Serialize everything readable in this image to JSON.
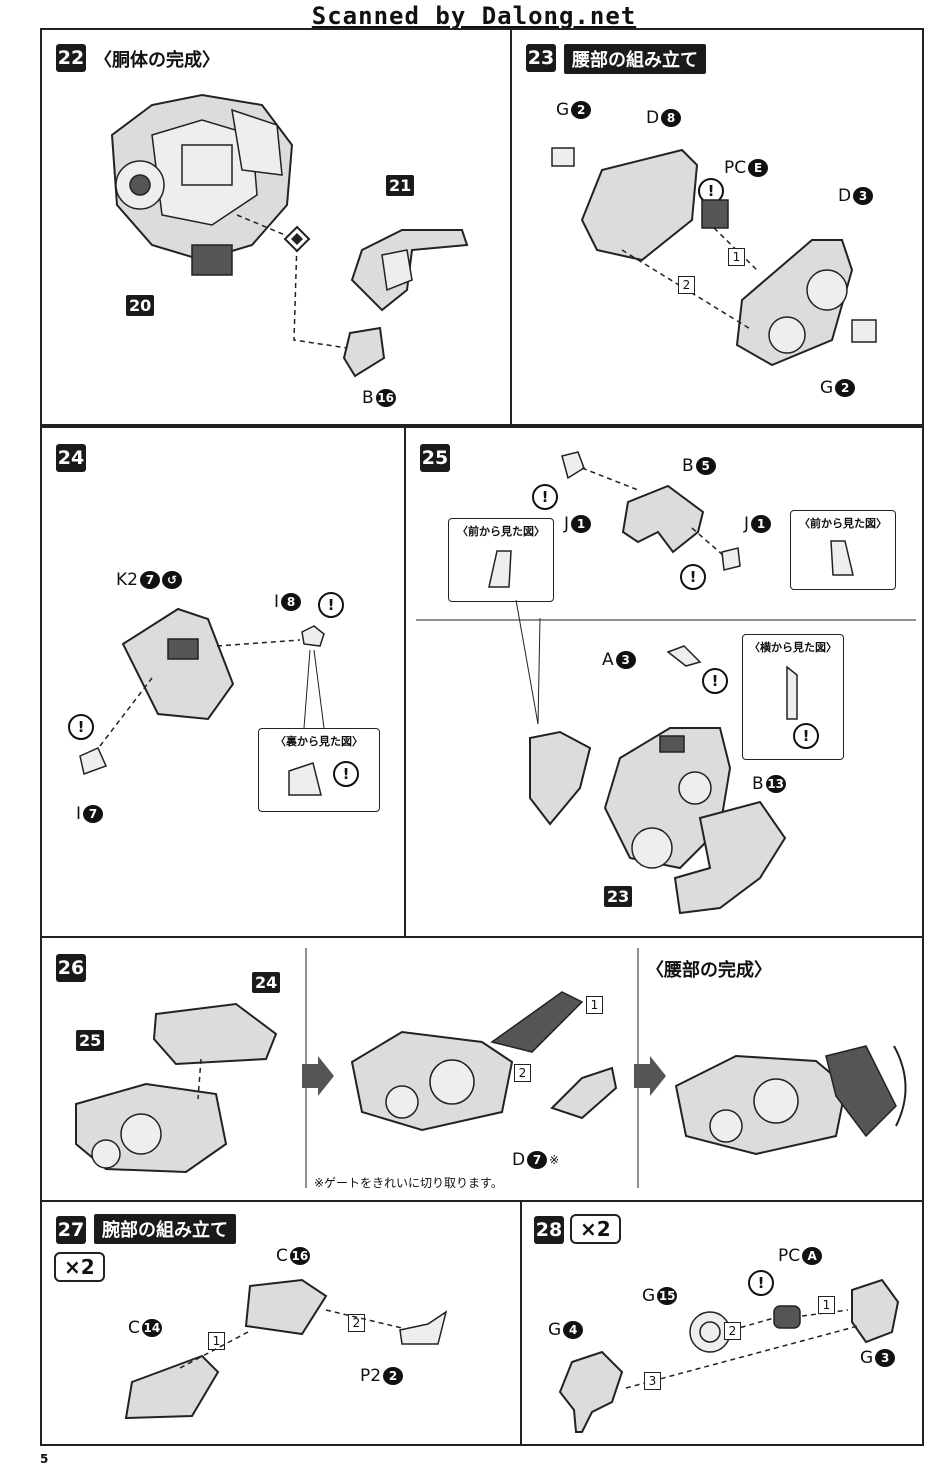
{
  "watermark": "Scanned by Dalong.net",
  "page_number": "5",
  "step22": {
    "num": "22",
    "title": "〈胴体の完成〉",
    "ref_a": "21",
    "ref_b": "20",
    "part_b": {
      "letter": "B",
      "num": "16"
    }
  },
  "step23": {
    "num": "23",
    "title": "腰部の組み立て",
    "parts": {
      "g_top": {
        "letter": "G",
        "num": "2"
      },
      "d8": {
        "letter": "D",
        "num": "8"
      },
      "pce": {
        "letter": "PC",
        "num": "E"
      },
      "d3": {
        "letter": "D",
        "num": "3"
      },
      "g_bottom": {
        "letter": "G",
        "num": "2"
      }
    },
    "order": [
      "1",
      "2"
    ]
  },
  "step24": {
    "num": "24",
    "parts": {
      "k2": {
        "letter": "K2",
        "num": "7",
        "sym": "↺"
      },
      "i8": {
        "letter": "I",
        "num": "8"
      },
      "i7": {
        "letter": "I",
        "num": "7"
      }
    },
    "callout": "〈裏から見た図〉"
  },
  "step25": {
    "num": "25",
    "parts": {
      "j1_left": {
        "letter": "J",
        "num": "1"
      },
      "b5": {
        "letter": "B",
        "num": "5"
      },
      "j1_right": {
        "letter": "J",
        "num": "1"
      },
      "a3": {
        "letter": "A",
        "num": "3"
      },
      "b13": {
        "letter": "B",
        "num": "13"
      }
    },
    "callouts": {
      "front_left": "〈前から見た図〉",
      "front_right": "〈前から見た図〉",
      "side": "〈横から見た図〉"
    },
    "ref": "23"
  },
  "step26": {
    "num": "26",
    "ref_a": "24",
    "ref_b": "25",
    "part_d": {
      "letter": "D",
      "num": "7",
      "mark": "※"
    },
    "order": [
      "1",
      "2"
    ],
    "complete_title": "〈腰部の完成〉",
    "note": "※ゲートをきれいに切り取ります。"
  },
  "step27": {
    "num": "27",
    "title": "腕部の組み立て",
    "multiplier": "×2",
    "parts": {
      "c16": {
        "letter": "C",
        "num": "16"
      },
      "c14": {
        "letter": "C",
        "num": "14"
      },
      "p2": {
        "letter": "P2",
        "num": "2"
      }
    },
    "order": [
      "1",
      "2"
    ]
  },
  "step28": {
    "num": "28",
    "multiplier": "×2",
    "parts": {
      "pca": {
        "letter": "PC",
        "num": "A"
      },
      "g15": {
        "letter": "G",
        "num": "15"
      },
      "g4": {
        "letter": "G",
        "num": "4"
      },
      "g3": {
        "letter": "G",
        "num": "3"
      }
    },
    "order": [
      "1",
      "2",
      "3"
    ]
  },
  "warning_symbol": "!"
}
